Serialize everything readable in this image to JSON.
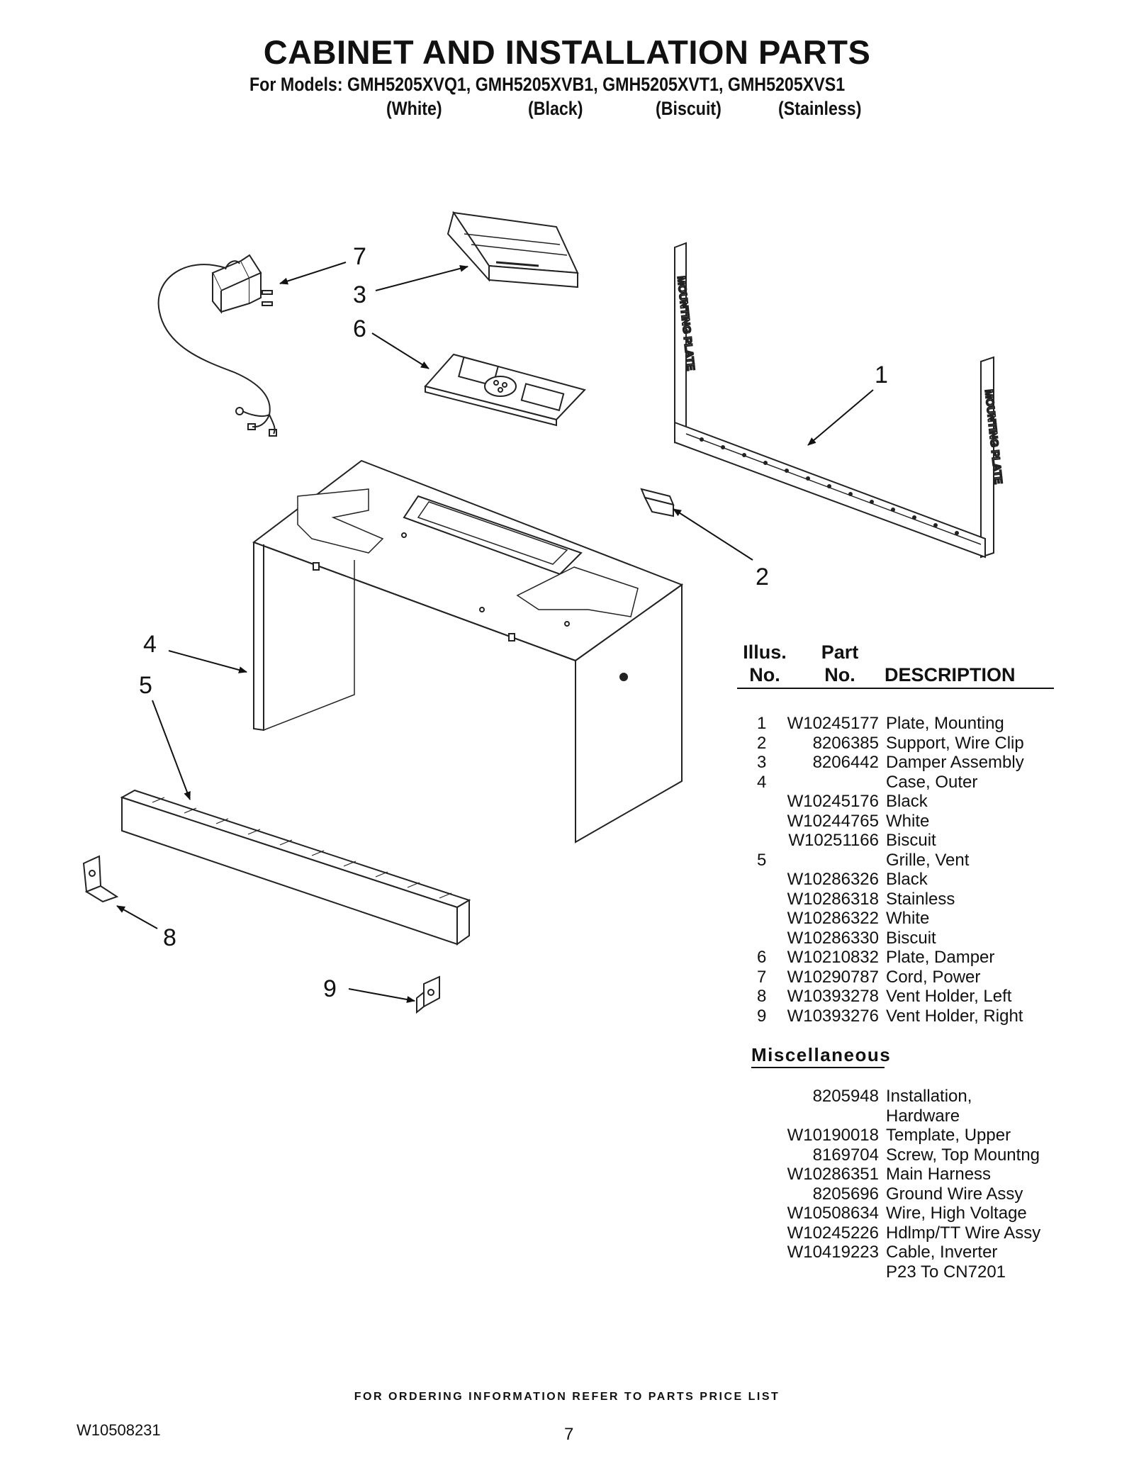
{
  "header": {
    "title": "CABINET AND INSTALLATION PARTS",
    "models_line": "For Models: GMH5205XVQ1, GMH5205XVB1, GMH5205XVT1, GMH5205XVS1",
    "colors": [
      "(White)",
      "(Black)",
      "(Biscuit)",
      "(Stainless)"
    ]
  },
  "diagram": {
    "callouts": [
      "7",
      "3",
      "6",
      "1",
      "2",
      "4",
      "5",
      "8",
      "9"
    ],
    "mounting_plate_text": "MOUNTING PLATE"
  },
  "table": {
    "header_illus_1": "Illus.",
    "header_illus_2": "No.",
    "header_part_1": "Part",
    "header_part_2": "No.",
    "header_desc": "DESCRIPTION",
    "rows": [
      {
        "illus": "1",
        "part": "W10245177",
        "desc": "Plate, Mounting"
      },
      {
        "illus": "2",
        "part": "8206385",
        "desc": "Support, Wire Clip"
      },
      {
        "illus": "3",
        "part": "8206442",
        "desc": "Damper Assembly"
      },
      {
        "illus": "4",
        "part": "",
        "desc": "Case, Outer"
      },
      {
        "illus": "",
        "part": "W10245176",
        "desc": "Black"
      },
      {
        "illus": "",
        "part": "W10244765",
        "desc": "White"
      },
      {
        "illus": "",
        "part": "W10251166",
        "desc": "Biscuit"
      },
      {
        "illus": "5",
        "part": "",
        "desc": "Grille, Vent"
      },
      {
        "illus": "",
        "part": "W10286326",
        "desc": "Black"
      },
      {
        "illus": "",
        "part": "W10286318",
        "desc": "Stainless"
      },
      {
        "illus": "",
        "part": "W10286322",
        "desc": "White"
      },
      {
        "illus": "",
        "part": "W10286330",
        "desc": "Biscuit"
      },
      {
        "illus": "6",
        "part": "W10210832",
        "desc": "Plate, Damper"
      },
      {
        "illus": "7",
        "part": "W10290787",
        "desc": "Cord, Power"
      },
      {
        "illus": "8",
        "part": "W10393278",
        "desc": "Vent Holder, Left"
      },
      {
        "illus": "9",
        "part": "W10393276",
        "desc": "Vent Holder, Right"
      }
    ]
  },
  "misc": {
    "title": "Miscellaneous",
    "rows": [
      {
        "part": "8205948",
        "desc": "Installation,"
      },
      {
        "part": "",
        "desc": "Hardware"
      },
      {
        "part": "W10190018",
        "desc": "Template, Upper"
      },
      {
        "part": "8169704",
        "desc": "Screw, Top Mountng"
      },
      {
        "part": "W10286351",
        "desc": "Main Harness"
      },
      {
        "part": "8205696",
        "desc": "Ground Wire Assy"
      },
      {
        "part": "W10508634",
        "desc": "Wire, High Voltage"
      },
      {
        "part": "W10245226",
        "desc": "Hdlmp/TT Wire Assy"
      },
      {
        "part": "W10419223",
        "desc": "Cable, Inverter"
      },
      {
        "part": "",
        "desc": "P23 To CN7201"
      }
    ]
  },
  "footer": {
    "note": "FOR ORDERING INFORMATION REFER TO PARTS PRICE LIST",
    "doc_number": "W10508231",
    "page_number": "7"
  }
}
